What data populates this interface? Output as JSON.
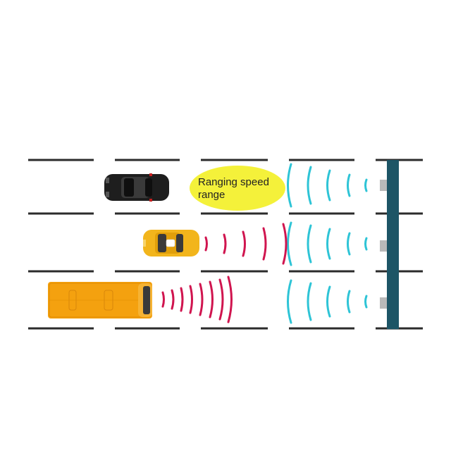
{
  "callout": {
    "line1": "Ranging speed",
    "line2": "range"
  },
  "colors": {
    "background": "#ffffff",
    "lane_marking": "#2b2b2b",
    "gantry": "#1d5566",
    "sensor": "#b9b9b9",
    "sensor_wave": "#2ec4d6",
    "vehicle_wave": "#d0154f",
    "callout_fill": "#f4f13a",
    "black_car": "#1e1e1e",
    "taxi": "#f2b51c",
    "bus": "#f4a10f"
  },
  "vehicles": [
    {
      "name": "black-car",
      "lane": 1
    },
    {
      "name": "taxi",
      "lane": 2
    },
    {
      "name": "bus",
      "lane": 3
    }
  ],
  "sensors": [
    {
      "lane": 1
    },
    {
      "lane": 2
    },
    {
      "lane": 3
    }
  ]
}
